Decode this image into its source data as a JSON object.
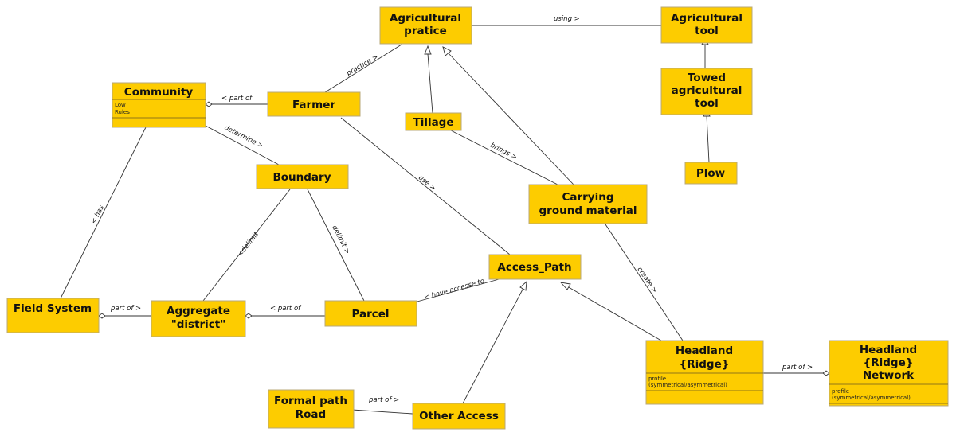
{
  "classes": {
    "agricultural_practice": {
      "line1": "Agricultural",
      "line2": "pratice"
    },
    "agricultural_tool": {
      "line1": "Agricultural",
      "line2": "tool"
    },
    "towed_tool": {
      "line1": "Towed",
      "line2": "agricultural",
      "line3": "tool"
    },
    "plow": {
      "line1": "Plow"
    },
    "community": {
      "line1": "Community",
      "attr1": "Low",
      "attr2": "Rules"
    },
    "farmer": {
      "line1": "Farmer"
    },
    "tillage": {
      "line1": "Tillage"
    },
    "boundary": {
      "line1": "Boundary"
    },
    "carrying": {
      "line1": "Carrying",
      "line2": "ground material"
    },
    "access_path": {
      "line1": "Access_Path"
    },
    "field_system": {
      "line1": "Field System"
    },
    "aggregate": {
      "line1": "Aggregate",
      "line2": "\"district\""
    },
    "parcel": {
      "line1": "Parcel"
    },
    "headland": {
      "line1": "Headland",
      "line2": "{Ridge}",
      "attr1": "profile",
      "attr2": "(symmetrical/asymmetrical)"
    },
    "headland_network": {
      "line1": "Headland",
      "line2": "{Ridge}",
      "line3": "Network",
      "attr1": "profile",
      "attr2": "(symmetrical/asymmetrical)"
    },
    "formal_path": {
      "line1": "Formal path",
      "line2": "Road"
    },
    "other_access": {
      "line1": "Other Access"
    }
  },
  "relations": {
    "using": "using >",
    "practice": "practice >",
    "part_of_community": "< part of",
    "determine": "determine >",
    "brings": "brings >",
    "use": "use >",
    "has": "< has",
    "delimit_left": "<delimit",
    "delimit_right": "delimit >",
    "create": "create >",
    "part_of_field": "part of >",
    "part_of_aggregate": "< part of",
    "have_access": "< have accesse to",
    "part_of_network": "part of >",
    "part_of_other": "part of >"
  }
}
